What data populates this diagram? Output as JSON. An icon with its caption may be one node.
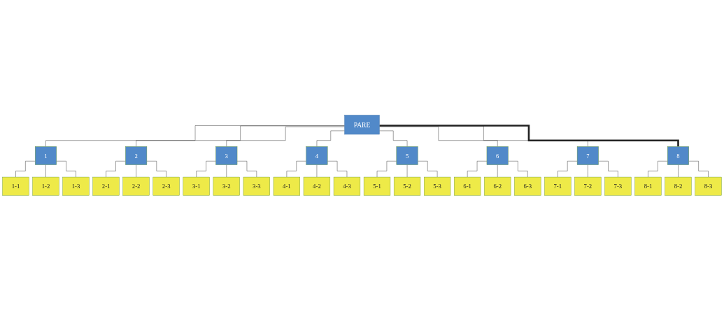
{
  "diagram": {
    "nodes": [
      {
        "text": [
          "PARE"
        ]
      },
      {
        "text": [
          "1"
        ]
      },
      {
        "text": [
          "2"
        ]
      },
      {
        "text": [
          "3"
        ]
      },
      {
        "text": [
          "4"
        ]
      },
      {
        "text": [
          "5"
        ]
      },
      {
        "text": [
          "6"
        ]
      },
      {
        "text": [
          "7"
        ]
      },
      {
        "text": [
          "8"
        ]
      },
      {
        "text": [
          "1-1"
        ]
      },
      {
        "text": [
          "2-1"
        ]
      },
      {
        "text": [
          "3-1"
        ]
      },
      {
        "text": [
          "4-1"
        ]
      },
      {
        "text": [
          "5-1"
        ]
      },
      {
        "text": [
          "6-1"
        ]
      },
      {
        "text": [
          "7-1"
        ]
      },
      {
        "text": [
          "8-1"
        ]
      },
      {
        "text": [
          "1-2"
        ]
      },
      {
        "text": [
          "2-2"
        ]
      },
      {
        "text": [
          "3-2"
        ]
      },
      {
        "text": [
          "4-2"
        ]
      },
      {
        "text": [
          "5-2"
        ]
      },
      {
        "text": [
          "6-2"
        ]
      },
      {
        "text": [
          "7-2"
        ]
      },
      {
        "text": [
          "8-2"
        ]
      },
      {
        "text": [
          "1-3"
        ]
      },
      {
        "text": [
          "2-3"
        ]
      },
      {
        "text": [
          "3-3"
        ]
      },
      {
        "text": [
          "4-3"
        ]
      },
      {
        "text": [
          "5-3"
        ]
      },
      {
        "text": [
          "6-3"
        ]
      },
      {
        "text": [
          "7-3"
        ]
      },
      {
        "text": [
          "8-3"
        ]
      }
    ],
    "edges": [
      {
        "from": 0,
        "to": 1,
        "arrow": "none"
      },
      {
        "from": 0,
        "to": 2,
        "arrow": "none"
      },
      {
        "from": 0,
        "to": 3,
        "arrow": "none"
      },
      {
        "from": 0,
        "to": 4,
        "arrow": "none"
      },
      {
        "from": 0,
        "to": 5,
        "arrow": "none"
      },
      {
        "from": 0,
        "to": 6,
        "arrow": "none"
      },
      {
        "from": 0,
        "to": 7,
        "arrow": "none"
      },
      {
        "from": 0,
        "to": 8,
        "arrow": "none",
        "style": "thick"
      },
      {
        "from": 1,
        "to": 9,
        "arrow": "none"
      },
      {
        "from": 1,
        "to": 17,
        "arrow": "none"
      },
      {
        "from": 1,
        "to": 25,
        "arrow": "none"
      },
      {
        "from": 2,
        "to": 10,
        "arrow": "none"
      },
      {
        "from": 2,
        "to": 18,
        "arrow": "none"
      },
      {
        "from": 2,
        "to": 26,
        "arrow": "none"
      },
      {
        "from": 3,
        "to": 11,
        "arrow": "none"
      },
      {
        "from": 3,
        "to": 19,
        "arrow": "none"
      },
      {
        "from": 3,
        "to": 27,
        "arrow": "none"
      },
      {
        "from": 4,
        "to": 12,
        "arrow": "none"
      },
      {
        "from": 4,
        "to": 20,
        "arrow": "none"
      },
      {
        "from": 4,
        "to": 28,
        "arrow": "none"
      },
      {
        "from": 5,
        "to": 13,
        "arrow": "none"
      },
      {
        "from": 5,
        "to": 21,
        "arrow": "none"
      },
      {
        "from": 5,
        "to": 29,
        "arrow": "none"
      },
      {
        "from": 6,
        "to": 14,
        "arrow": "none"
      },
      {
        "from": 6,
        "to": 22,
        "arrow": "none"
      },
      {
        "from": 6,
        "to": 30,
        "arrow": "none"
      },
      {
        "from": 7,
        "to": 15,
        "arrow": "none"
      },
      {
        "from": 7,
        "to": 23,
        "arrow": "none"
      },
      {
        "from": 7,
        "to": 31,
        "arrow": "none"
      },
      {
        "from": 8,
        "to": 16,
        "arrow": "none"
      },
      {
        "from": 8,
        "to": 24,
        "arrow": "none"
      },
      {
        "from": 8,
        "to": 32,
        "arrow": "none"
      }
    ]
  }
}
